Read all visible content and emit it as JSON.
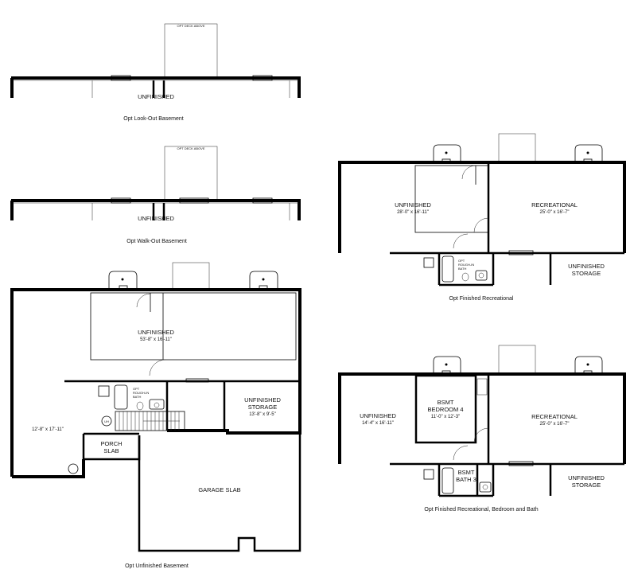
{
  "plans": {
    "lookout": {
      "caption": "Opt Look-Out Basement",
      "room_label": "UNFINISHED",
      "deck_label": "OPT DECK ABOVE"
    },
    "walkout": {
      "caption": "Opt Walk-Out Basement",
      "room_label": "UNFINISHED",
      "deck_label": "OPT DECK ABOVE"
    },
    "unfinished": {
      "caption": "Opt Unfinished Basement",
      "unfinished_label": "UNFINISHED",
      "unfinished_dim": "53'-8\" x 16'-11\"",
      "storage_label_1": "UNFINISHED",
      "storage_label_2": "STORAGE",
      "storage_dim": "13'-8\" x 9'-5\"",
      "side_dim": "12'-8\" x 17'-11\"",
      "porch_label_1": "PORCH",
      "porch_label_2": "SLAB",
      "garage_label": "GARAGE SLAB",
      "bath_note_1": "OPT",
      "bath_note_2": "ROUGH-IN",
      "bath_note_3": "BATH",
      "heater_label": "UH"
    },
    "recreational": {
      "caption": "Opt Finished Recreational",
      "unfinished_label": "UNFINISHED",
      "unfinished_dim": "28'-0\" x 16'-11\"",
      "rec_label": "RECREATIONAL",
      "rec_dim": "25'-0\" x 16'-7\"",
      "storage_label_1": "UNFINISHED",
      "storage_label_2": "STORAGE",
      "bath_note_1": "OPT",
      "bath_note_2": "ROUGH-IN",
      "bath_note_3": "BATH"
    },
    "bedroom": {
      "caption": "Opt Finished Recreational, Bedroom and Bath",
      "unfinished_label": "UNFINISHED",
      "unfinished_dim": "14'-4\" x 16'-11\"",
      "bedroom_label_1": "BSMT",
      "bedroom_label_2": "BEDROOM 4",
      "bedroom_dim": "11'-0\" x 12'-3\"",
      "rec_label": "RECREATIONAL",
      "rec_dim": "25'-0\" x 16'-7\"",
      "bath_label_1": "BSMT",
      "bath_label_2": "BATH 3",
      "storage_label_1": "UNFINISHED",
      "storage_label_2": "STORAGE"
    }
  }
}
